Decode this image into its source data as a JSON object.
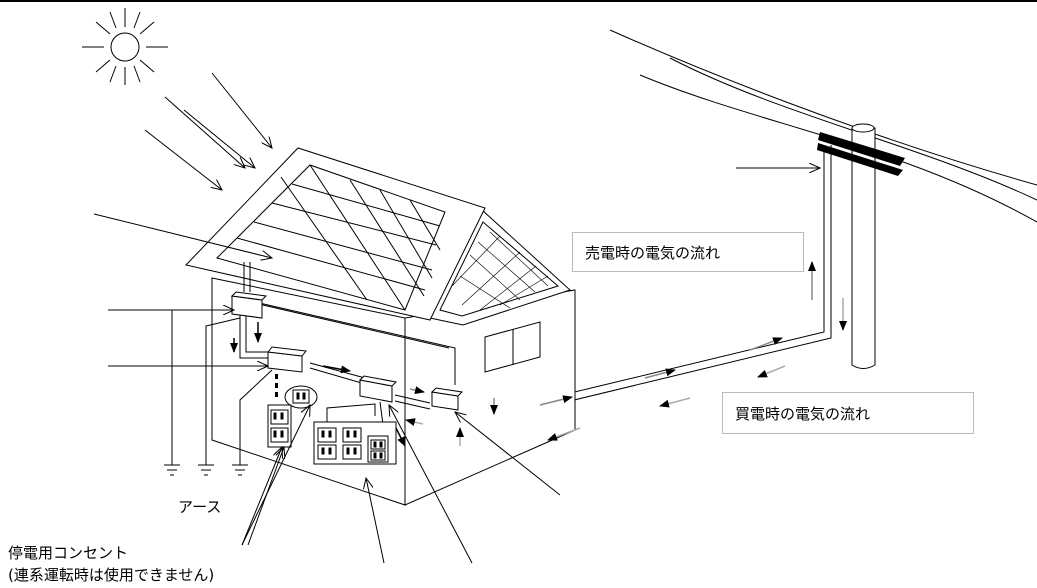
{
  "labels": {
    "sell_flow": "売電時の電気の流れ",
    "buy_flow": "買電時の電気の流れ",
    "earth": "アース",
    "outlet_title": "停電用コンセント",
    "outlet_note": "(連系運転時は使用できません)"
  },
  "colors": {
    "line": "#000000",
    "sell_arrow": "#000000",
    "buy_arrow": "#888888",
    "buy_arrow_light": "#aaaaaa",
    "background": "#ffffff"
  }
}
